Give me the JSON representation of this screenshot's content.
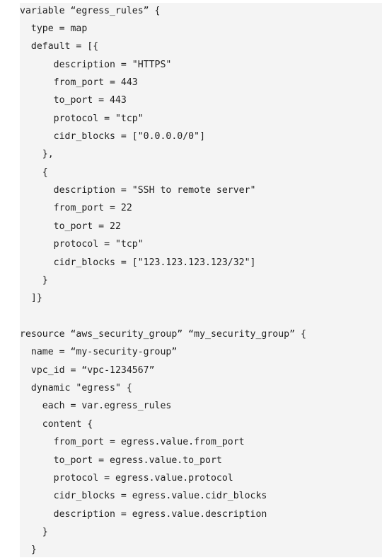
{
  "code": {
    "lines": [
      "variable “egress_rules” {",
      "  type = map",
      "  default = [{",
      "      description = \"HTTPS\"",
      "      from_port = 443",
      "      to_port = 443",
      "      protocol = \"tcp\"",
      "      cidr_blocks = [\"0.0.0.0/0\"]",
      "    },",
      "    {",
      "      description = \"SSH to remote server\"",
      "      from_port = 22",
      "      to_port = 22",
      "      protocol = \"tcp\"",
      "      cidr_blocks = [\"123.123.123.123/32\"]",
      "    }",
      "  ]}",
      "",
      "resource “aws_security_group” “my_security_group” {",
      "  name = “my-security-group”",
      "  vpc_id = “vpc-1234567”",
      "  dynamic \"egress\" {",
      "    each = var.egress_rules",
      "    content {",
      "      from_port = egress.value.from_port",
      "      to_port = egress.value.to_port",
      "      protocol = egress.value.protocol",
      "      cidr_blocks = egress.value.cidr_blocks",
      "      description = egress.value.description",
      "    }",
      "  }"
    ]
  }
}
